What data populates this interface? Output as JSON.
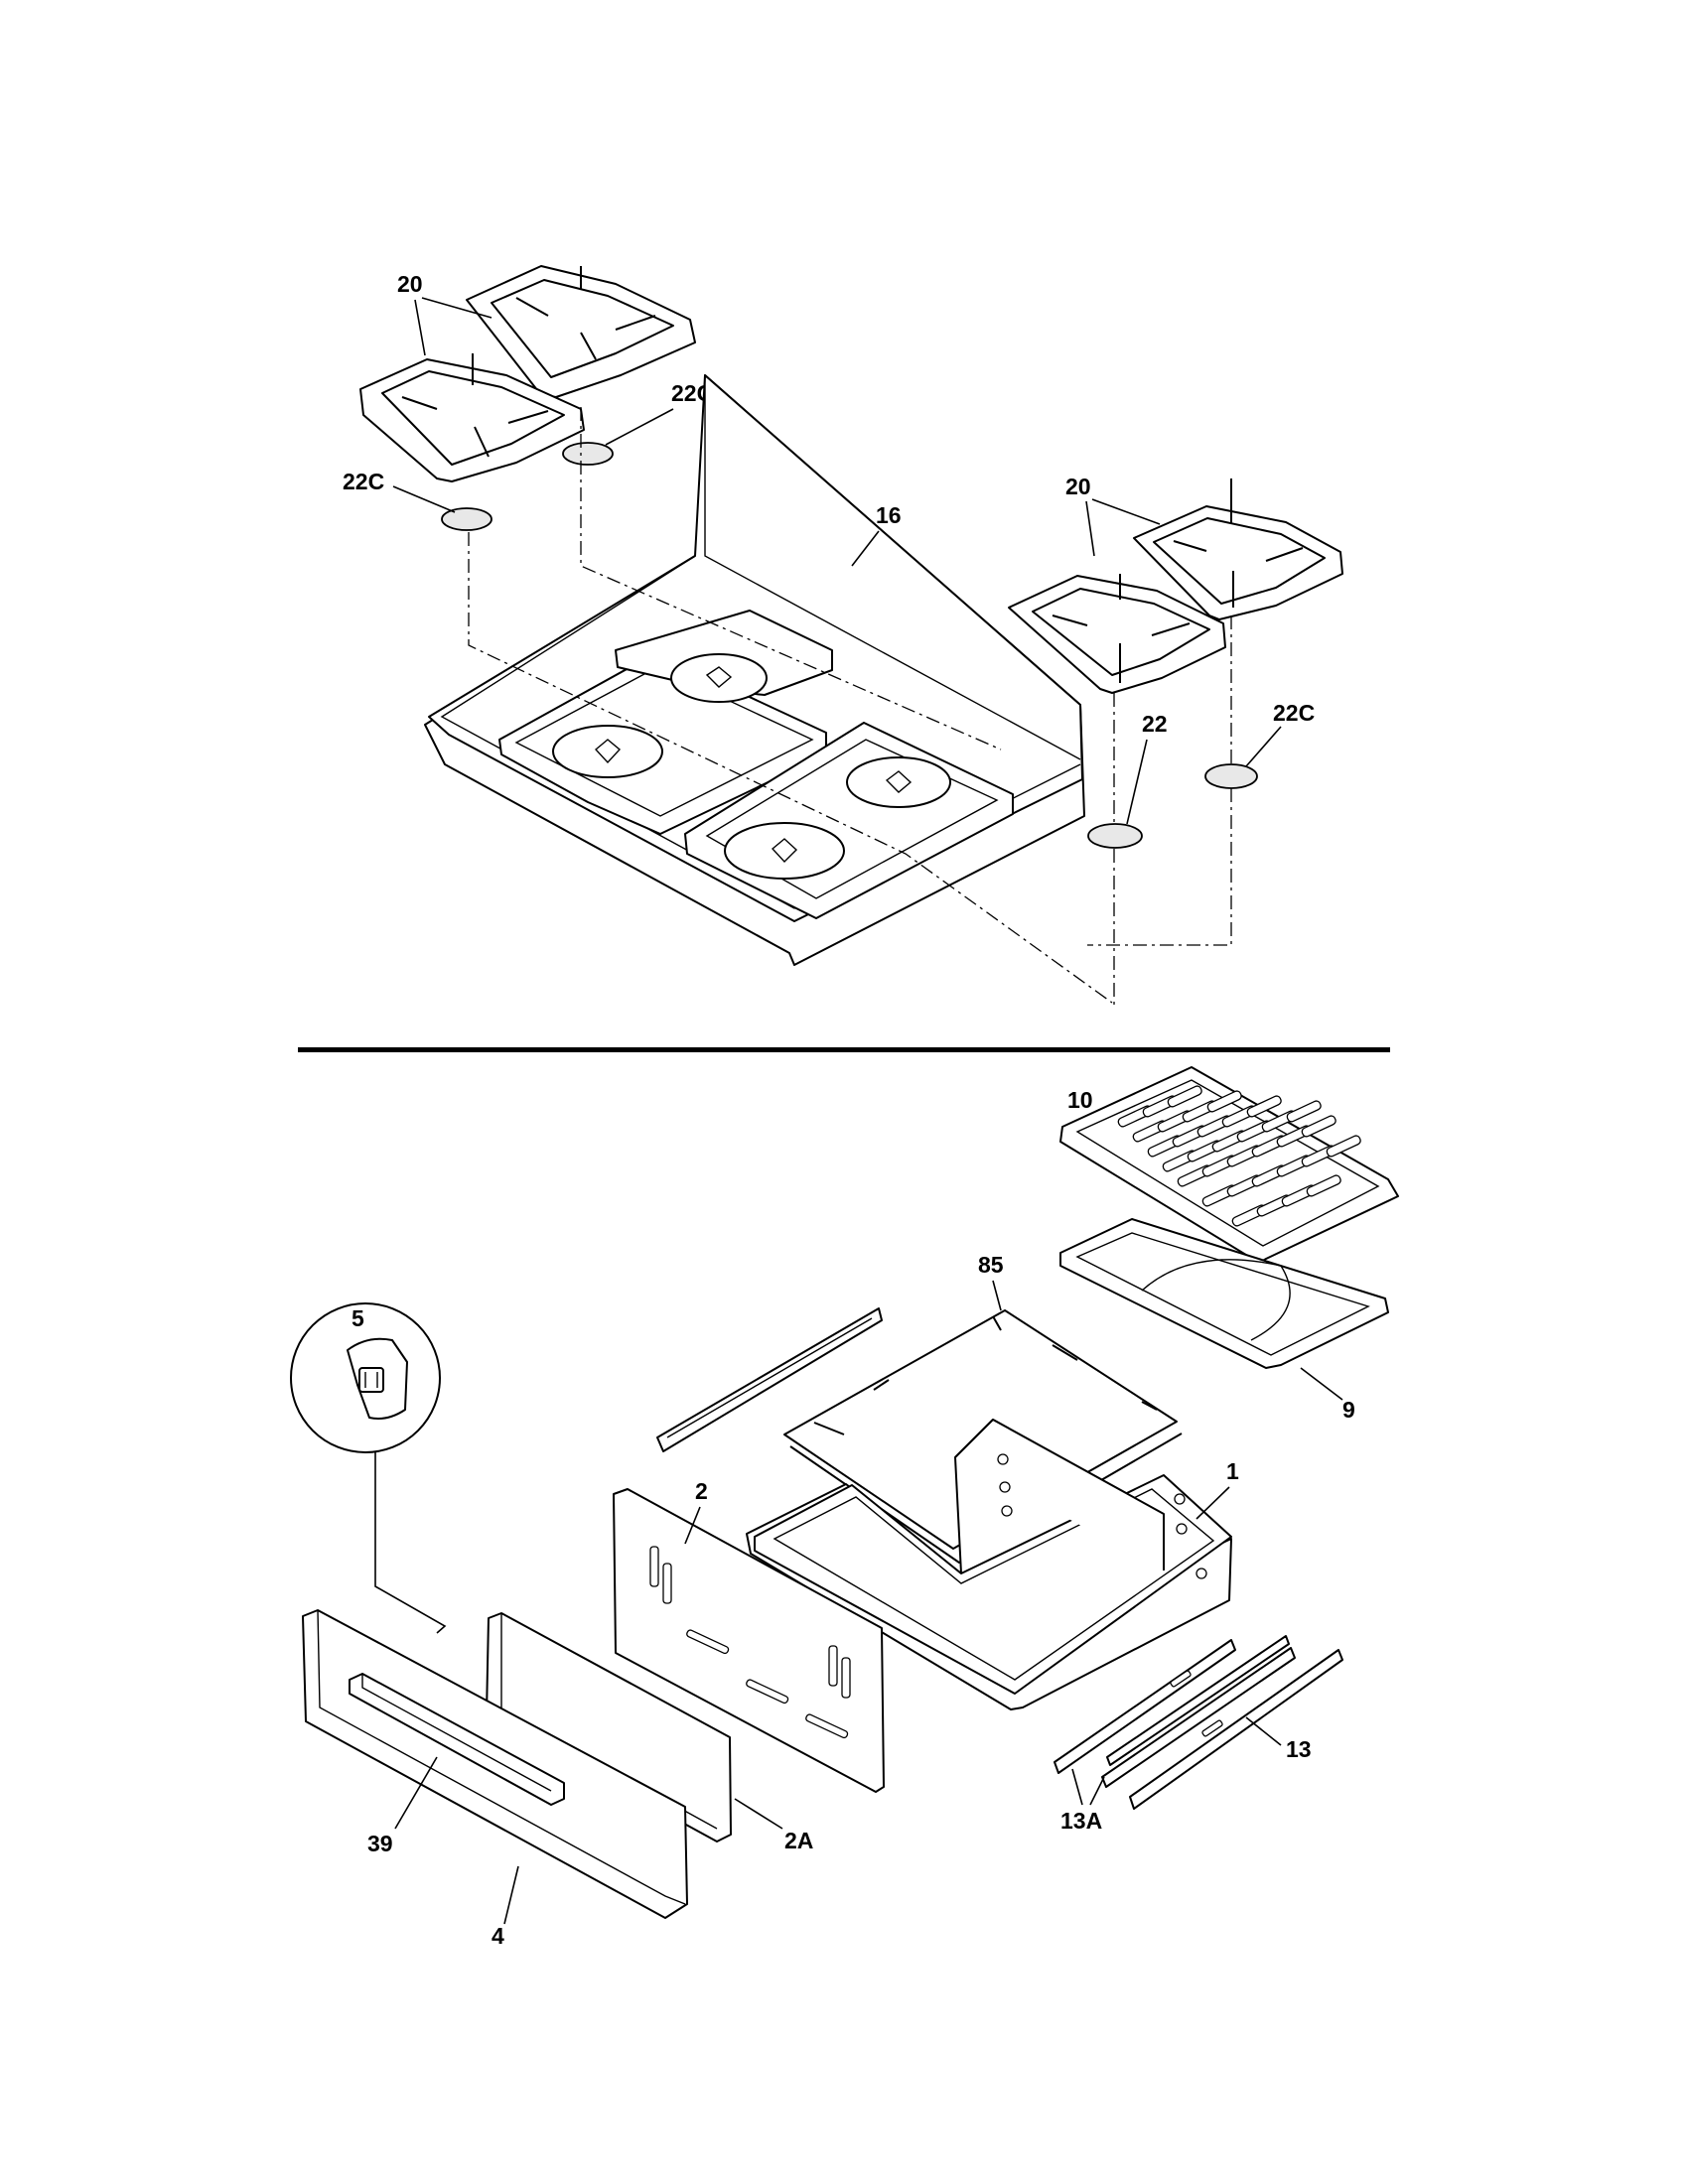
{
  "labels": {
    "grates_left": "20",
    "cap_left_upper": "22C",
    "cap_left_lower": "22C",
    "cooktop": "16",
    "grates_right": "20",
    "cap_right_22": "22",
    "cap_right_22c": "22C",
    "broiler_grid": "10",
    "broiler_pan": "9",
    "rack_support": "85",
    "detail_5": "5",
    "drawer_body": "1",
    "drawer_back": "2",
    "drawer_inner_panel": "2A",
    "drawer_handle": "39",
    "drawer_front": "4",
    "slide_rail": "13",
    "slide_rail_assembly": "13A"
  }
}
